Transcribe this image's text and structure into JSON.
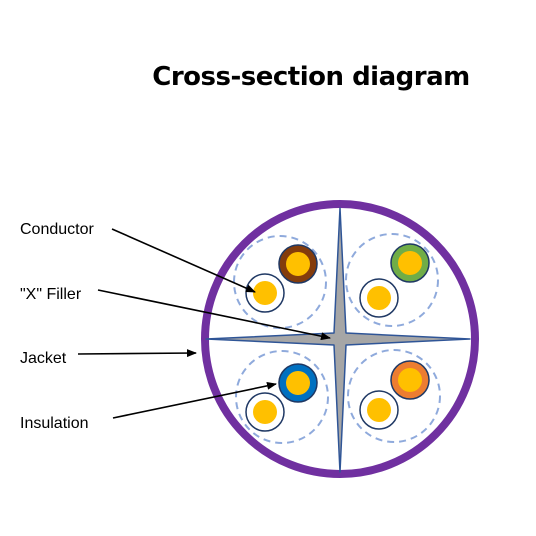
{
  "title": "Cross-section diagram",
  "labels": {
    "conductor": "Conductor",
    "filler": "\"X\" Filler",
    "jacket": "Jacket",
    "insulation": "Insulation"
  },
  "colors": {
    "jacket": "#7030a0",
    "filler": "#a6a6a6",
    "filler_outline": "#2f5597",
    "conductor": "#ffc000",
    "pair_dash": "#8faadc",
    "wire_outline": "#1f3864",
    "brown": "#843c0c",
    "green": "#70ad47",
    "blue": "#0070c0",
    "orange": "#ed7d31"
  },
  "pairs": [
    {
      "name": "brown pair",
      "color_stripe": "brown"
    },
    {
      "name": "green pair",
      "color_stripe": "green"
    },
    {
      "name": "blue pair",
      "color_stripe": "blue"
    },
    {
      "name": "orange pair",
      "color_stripe": "orange"
    }
  ]
}
